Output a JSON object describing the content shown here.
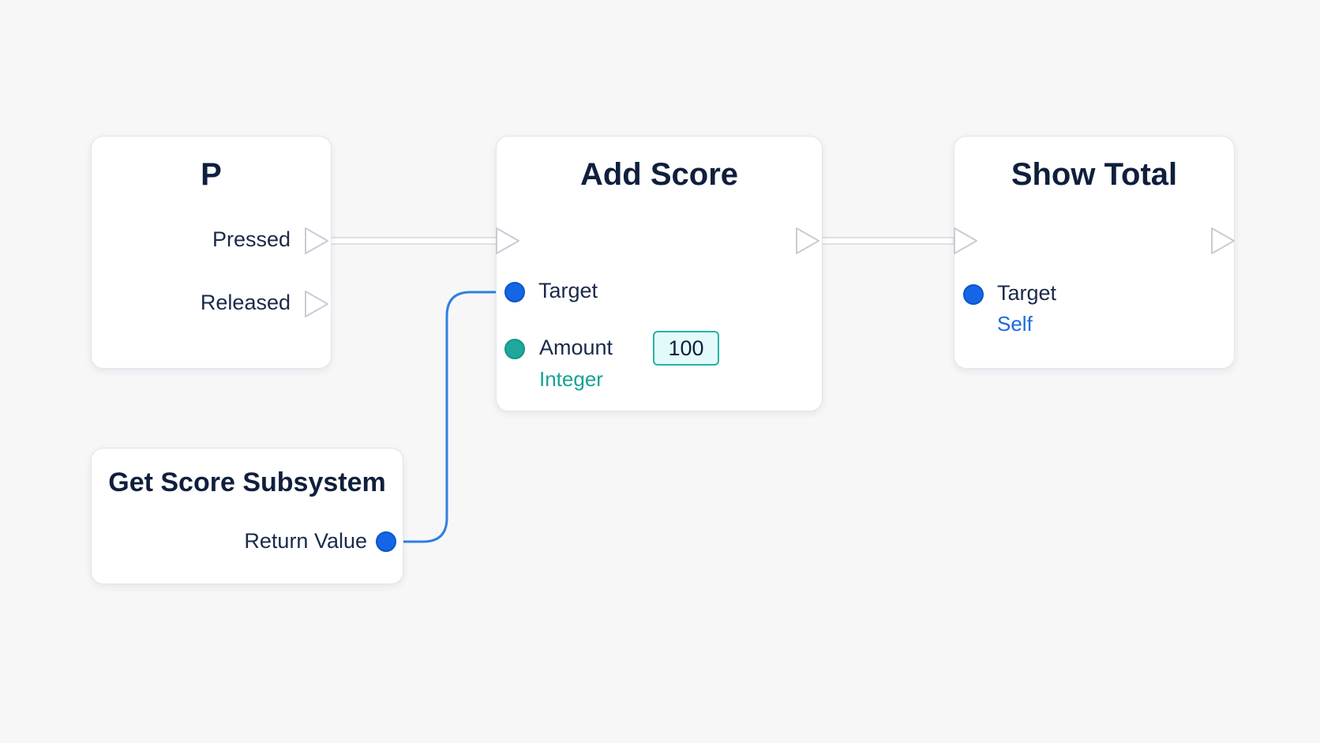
{
  "nodes": {
    "p": {
      "title": "P",
      "pressed_label": "Pressed",
      "released_label": "Released"
    },
    "add_score": {
      "title": "Add Score",
      "target_label": "Target",
      "amount_label": "Amount",
      "amount_type": "Integer",
      "amount_value": "100"
    },
    "show_total": {
      "title": "Show Total",
      "target_label": "Target",
      "target_default": "Self"
    },
    "get_score_subsystem": {
      "title": "Get Score Subsystem",
      "return_label": "Return Value"
    }
  },
  "colors": {
    "object_pin": "#1466e6",
    "integer_pin": "#1fa89a",
    "exec_wire": "#d5d7dc",
    "data_wire": "#2f7fe0",
    "type_integer_text": "#17a394",
    "type_object_text": "#1a6be0"
  },
  "connections": [
    {
      "from": "p.pressed",
      "to": "add_score.exec_in"
    },
    {
      "from": "add_score.exec_out",
      "to": "show_total.exec_in"
    },
    {
      "from": "get_score_subsystem.return_value",
      "to": "add_score.target"
    }
  ]
}
